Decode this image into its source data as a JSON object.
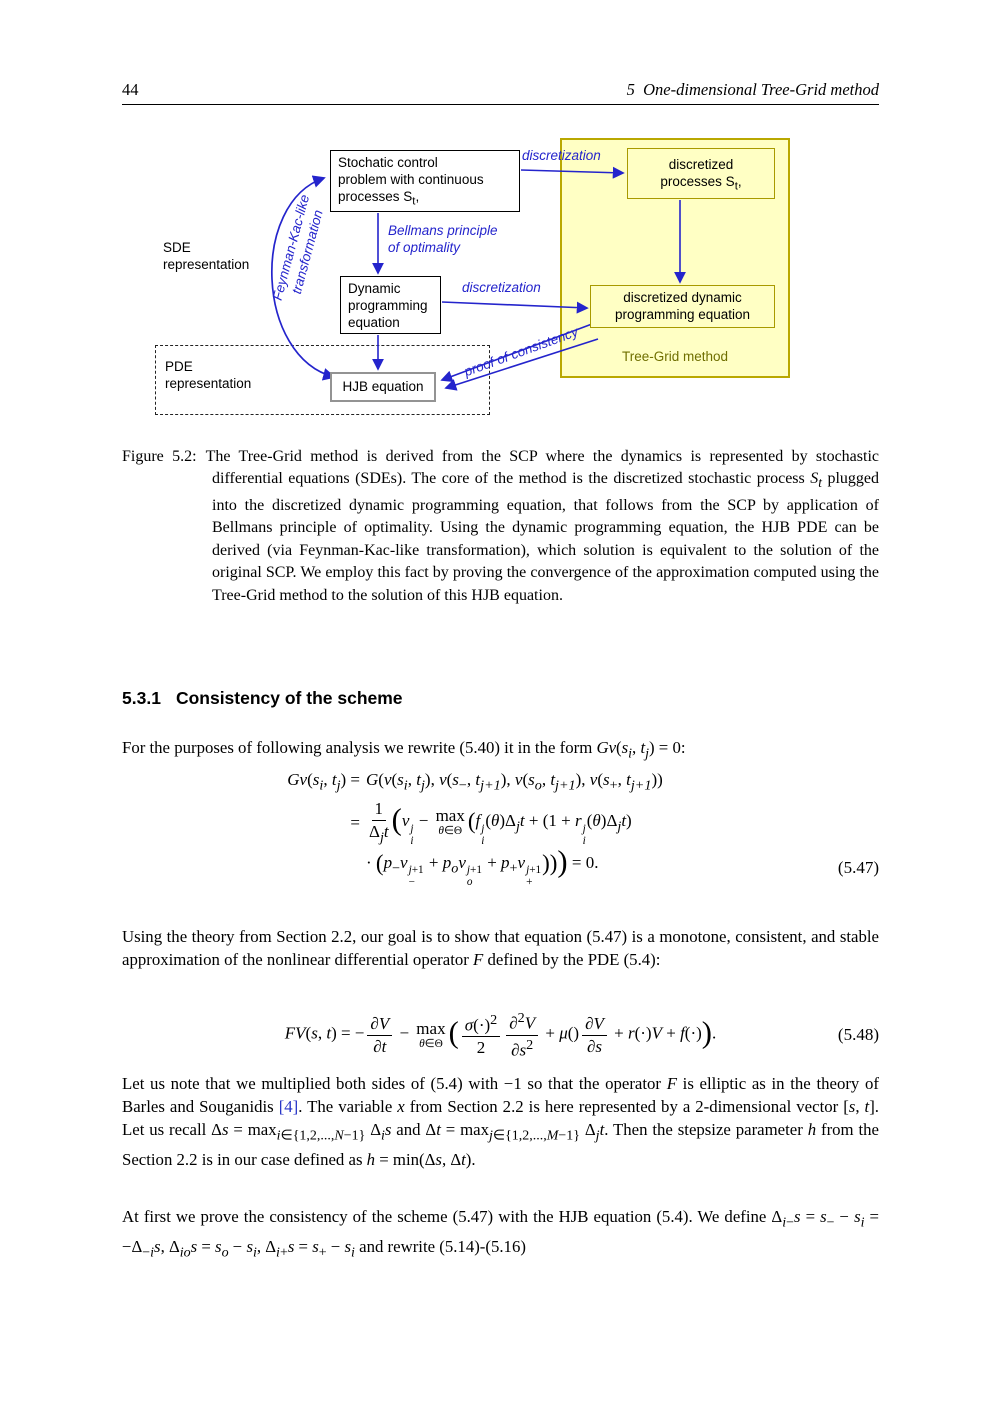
{
  "header": {
    "page_number": "44",
    "chapter": "5 One-dimensional Tree-Grid method"
  },
  "diagram": {
    "boxes": {
      "scp_html": "Stochatic control<br>problem with continuous<br>processes S<sub>t</sub>,",
      "discretized_processes_html": "discretized<br>processes S<sub>t</sub>,",
      "dynamic_html": "Dynamic<br>programming<br>equation",
      "discretized_dynamic_html": "discretized dynamic<br>programming equation",
      "hjb": "HJB equation"
    },
    "labels": {
      "discretization_top": "discretization",
      "discretization_mid": "discretization",
      "bellman_html": "Bellmans principle<br>of optimality",
      "feynman_html": "Feynman-Kac-like<br>transformation",
      "proof": "proof of consistency",
      "sde_html": "SDE<br>representation",
      "pde_html": "PDE<br>representation",
      "tree_grid": "Tree-Grid method"
    },
    "colors": {
      "arrow_blue": "#2424cc",
      "panel_yellow": "#ffffc4",
      "panel_border": "#b9a800",
      "tree_grid_text": "#6f6f00"
    }
  },
  "figure_caption": {
    "label": "Figure 5.2:",
    "text_html": "The Tree-Grid method is derived from the SCP where the dynamics is represented by stochastic differential equations (SDEs). The core of the method is the discretized stochastic process <i>S<sub>t</sub></i> plugged into the discretized dynamic programming equation, that follows from the SCP by application of Bellmans principle of optimality. Using the dynamic programming equation, the HJB PDE can be derived (via Feynman-Kac-like transformation), which solution is equivalent to the solution of the original SCP. We employ this fact by proving the convergence of the approximation computed using the Tree-Grid method to the solution of this HJB equation."
  },
  "section": {
    "number": "5.3.1",
    "title": "Consistency of the scheme"
  },
  "paragraphs": {
    "p1_html": "For the purposes of following analysis we rewrite (5.40) it in the form <i>Gv</i>(<i>s<sub>i</sub></i>, <i>t<sub>j</sub></i>) = 0:",
    "p2_html": "Using the theory from Section 2.2, our goal is to show that equation (5.47) is a monotone, consistent, and stable approximation of the nonlinear differential operator <i>F</i> defined by the PDE (5.4):",
    "p3_html": "Let us note that we multiplied both sides of (5.4) with −1 so that the operator <i>F</i> is elliptic as in the theory of Barles and Souganidis <span class='cite'>[4]</span>. The variable <i>x</i> from Section 2.2 is here represented by a 2-dimensional vector [<i>s</i>, <i>t</i>]. Let us recall Δ<i>s</i> = max<sub><i>i</i>∈{1,2,...,<i>N</i>−1}</sub> Δ<sub><i>i</i></sub><i>s</i> and Δ<i>t</i> = max<sub><i>j</i>∈{1,2,...,<i>M</i>−1}</sub> Δ<sub><i>j</i></sub><i>t</i>. Then the stepsize parameter <i>h</i> from the Section 2.2 is in our case defined as <i>h</i> = min(Δ<i>s</i>, Δ<i>t</i>).",
    "p4_html": "At first we prove the consistency of the scheme (5.47) with the HJB equation (5.4). We define Δ<sub><i>i</i>−</sub><i>s</i> = <i>s</i><sub>−</sub> − <i>s<sub>i</sub></i> = −Δ<sub>−<i>i</i></sub><i>s</i>, Δ<sub><i>io</i></sub><i>s</i> = <i>s<sub>o</sub></i> − <i>s<sub>i</sub></i>, Δ<sub><i>i</i>+</sub><i>s</i> = <i>s</i><sub>+</sub> − <i>s<sub>i</sub></i> and rewrite (5.14)-(5.16)"
  },
  "equations": {
    "eq547": {
      "row1_l_html": "<i>Gv</i>(<i>s<sub>i</sub></i>, <i>t<sub>j</sub></i>) =",
      "row1_r_html": "<i>G</i>(<i>v</i>(<i>s<sub>i</sub></i>, <i>t<sub>j</sub></i>), <i>v</i>(<i>s</i><sub>−</sub>, <i>t<sub>j+1</sub></i>), <i>v</i>(<i>s<sub>o</sub></i>, <i>t<sub>j+1</sub></i>), <i>v</i>(<i>s</i><sub>+</sub>, <i>t<sub>j+1</sub></i>))",
      "row2_l_html": "=",
      "row2_r_html": "<span class='frac'><span class='num'>1</span><span class='den'>Δ<sub><i>j</i></sub><i>t</i></span></span><span class='bp2'>(</span><i>v</i><span class='ss'><span><i>j</i></span><span><i>i</i></span></span> − <span class='mx'><span class='op'>max</span><span class='msub'><i>θ</i>∈Θ</span></span><span class='bp'>(</span><i>f</i><span class='ss'><span><i>j</i></span><span><i>i</i></span></span>(<i>θ</i>)Δ<sub><i>j</i></sub><i>t</i> + (1 + <i>r</i><span class='ss'><span><i>j</i></span><span><i>i</i></span></span>(<i>θ</i>)Δ<sub><i>j</i></sub><i>t</i>)",
      "row3_r_html": "· <span class='bp'>(</span><i>p</i><sub>−</sub><i>v</i><span class='ss'><span><i>j</i>+1</span><span>−</span></span> + <i>p<sub>o</sub></i><i>v</i><span class='ss'><span><i>j</i>+1</span><span><i>o</i></span></span> + <i>p</i><sub>+</sub><i>v</i><span class='ss'><span><i>j</i>+1</span><span>+</span></span><span class='bp'>)</span><span class='bp'>)</span><span class='bp2'>)</span> = 0.",
      "number": "(5.47)"
    },
    "eq548": {
      "body_html": "<i>FV</i>(<i>s</i>, <i>t</i>) = −<span class='frac'><span class='num'>∂<i>V</i></span><span class='den'>∂<i>t</i></span></span> − <span class='mx'><span class='op'>max</span><span class='msub'><i>θ</i>∈Θ</span></span><span class='bp2'>(</span><span class='frac'><span class='num'><i>σ</i>(·)<sup>2</sup></span><span class='den'>2</span></span><span class='frac'><span class='num'>∂<sup>2</sup><i>V</i></span><span class='den'>∂<i>s</i><sup>2</sup></span></span> + <i>μ</i>()<span class='frac'><span class='num'>∂<i>V</i></span><span class='den'>∂<i>s</i></span></span> + <i>r</i>(·)<i>V</i> + <i>f</i>(·)<span class='bp2'>)</span>.",
      "number": "(5.48)"
    }
  }
}
